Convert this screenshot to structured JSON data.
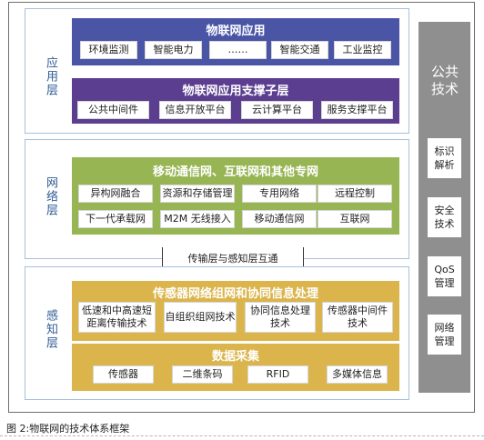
{
  "layers": {
    "application": "应用层",
    "network": "网络层",
    "perception": "感知层"
  },
  "app_band": {
    "title": "物联网应用",
    "items": [
      "环境监测",
      "智能电力",
      "……",
      "智能交通",
      "工业监控"
    ]
  },
  "app_support_band": {
    "title": "物联网应用支撑子层",
    "items": [
      "公共中间件",
      "信息开放平台",
      "云计算平台",
      "服务支撑平台"
    ]
  },
  "network_band": {
    "title": "移动通信网、互联网和其他专网",
    "row1": [
      "异构网融合",
      "资源和存储管理",
      "专用网络",
      "远程控制"
    ],
    "row2": [
      "下一代承载网",
      "M2M 无线接入",
      "移动通信网",
      "互联网"
    ]
  },
  "interconnect_label": "传输层与感知层互通",
  "sensor_net_band": {
    "title": "传感器网络组网和协同信息处理",
    "items": [
      "低速和中高速短距离传输技术",
      "自组织组网技术",
      "协同信息处理技术",
      "传感器中间件技术"
    ]
  },
  "data_band": {
    "title": "数据采集",
    "items": [
      "传感器",
      "二维条码",
      "RFID",
      "多媒体信息"
    ]
  },
  "common_tech": {
    "title": "公共技术",
    "items": [
      "标识解析",
      "安全技术",
      "QoS管理",
      "网络管理"
    ]
  },
  "caption": "图 2:物联网的技术体系框架",
  "colors": {
    "app_blue": "#4a55a6",
    "app_purple": "#5b3e8f",
    "network_green": "#97b553",
    "perception_gold": "#dbb54c",
    "common_gray": "#8f8f8f",
    "layer_border": "#a7c0dd",
    "layer_label": "#2f5b95"
  }
}
